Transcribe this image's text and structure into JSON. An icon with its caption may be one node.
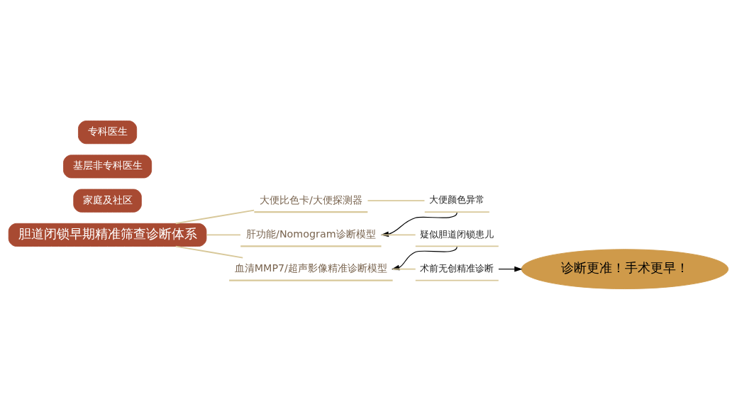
{
  "diagram": {
    "nodes": [
      {
        "text": [
          "胆道闭锁早期精准筛查诊断体系"
        ]
      },
      {
        "text": [
          "家庭及社区"
        ]
      },
      {
        "text": [
          "大便比色卡/大便探测器"
        ]
      },
      {
        "text": [
          "大便颜色异常"
        ]
      },
      {
        "text": [
          "基层非专科医生"
        ]
      },
      {
        "text": [
          "肝功能/Nomogram诊断模型"
        ]
      },
      {
        "text": [
          "疑似胆道闭锁患儿"
        ]
      },
      {
        "text": [
          "专科医生"
        ]
      },
      {
        "text": [
          "血清MMP7/超声影像精准诊断模型"
        ]
      },
      {
        "text": [
          "术前无创精准诊断"
        ]
      },
      {
        "text": [
          "诊断更准！手术更早！"
        ]
      }
    ],
    "edges": [
      {
        "from": 0,
        "to": 2,
        "arrow": "none"
      },
      {
        "from": 2,
        "to": 3,
        "arrow": "none"
      },
      {
        "from": 3,
        "to": 5,
        "arrow": "to",
        "color": "#000000"
      },
      {
        "from": 0,
        "to": 5,
        "arrow": "none"
      },
      {
        "from": 5,
        "to": 6,
        "arrow": "none"
      },
      {
        "from": 6,
        "to": 8,
        "arrow": "to",
        "color": "#000000"
      },
      {
        "from": 0,
        "to": 8,
        "arrow": "none"
      },
      {
        "from": 8,
        "to": 9,
        "arrow": "none"
      },
      {
        "from": 9,
        "to": 10,
        "arrow": "to",
        "color": "#000000"
      }
    ]
  }
}
